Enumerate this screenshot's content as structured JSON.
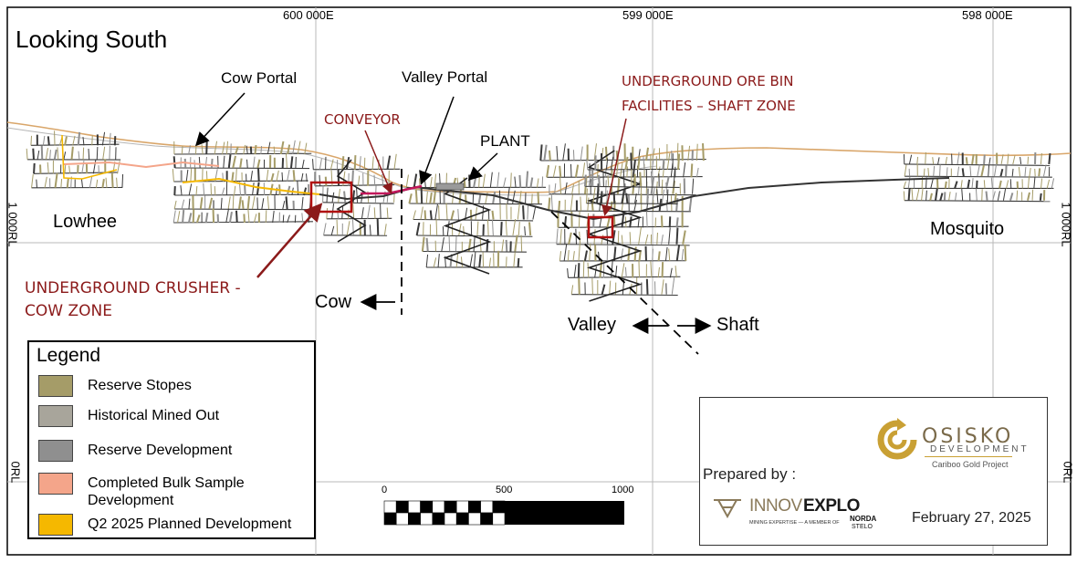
{
  "title": "Looking South",
  "colors": {
    "frame": "#000000",
    "grid": "#b8b8b8",
    "surface": "#d9a66a",
    "surface_grey": "#b5b5b5",
    "stope": "#3a3a3a",
    "stope_fill": "#a39a6b",
    "reserve_stopes": "#a59c68",
    "historical_mined_out": "#a8a59b",
    "reserve_development": "#8f8f8f",
    "completed_bulk_sample": "#f4a58a",
    "planned_development": "#f5b800",
    "annotation_red": "#8b1a1a",
    "osisko_gold": "#c9a034"
  },
  "eastings": [
    "600 000E",
    "599 000E",
    "598 000E"
  ],
  "elevations": {
    "rl_1000_left": "1 000RL",
    "rl_1000_right": "1 000RL",
    "rl_0_left": "0RL",
    "rl_0_right": "0RL"
  },
  "zones": {
    "lowhee": "Lowhee",
    "mosquito": "Mosquito",
    "cow": "Cow",
    "valley": "Valley",
    "shaft": "Shaft"
  },
  "annotations": {
    "cow_portal": "Cow Portal",
    "valley_portal": "Valley Portal",
    "plant": "PLANT",
    "conveyor": "CONVEYOR",
    "ore_bin_line1": "UNDERGROUND ORE BIN",
    "ore_bin_line2": "FACILITIES – SHAFT ZONE",
    "crusher_line1": "UNDERGROUND CRUSHER -",
    "crusher_line2": "COW ZONE"
  },
  "legend": {
    "title": "Legend",
    "items": [
      {
        "label": "Reserve Stopes",
        "color": "#a59c68"
      },
      {
        "label": "Historical Mined Out",
        "color": "#a8a59b"
      },
      {
        "label": "Reserve Development",
        "color": "#8f8f8f"
      },
      {
        "label": "Completed Bulk Sample Development",
        "color": "#f4a58a"
      },
      {
        "label": "Q2 2025 Planned Development",
        "color": "#f5b800"
      }
    ]
  },
  "scale_bar": {
    "labels": [
      "0",
      "500",
      "1000"
    ]
  },
  "title_block": {
    "osisko_name": "OSISKO",
    "osisko_sub": "DEVELOPMENT",
    "project": "Cariboo Gold Project",
    "prepared_by": "Prepared by :",
    "innov": "INNOV",
    "explo": "EXPLO",
    "tagline": "MINING EXPERTISE — A MEMBER OF",
    "norda": "NORDA",
    "stelo": "STELO",
    "date": "February 27, 2025"
  }
}
